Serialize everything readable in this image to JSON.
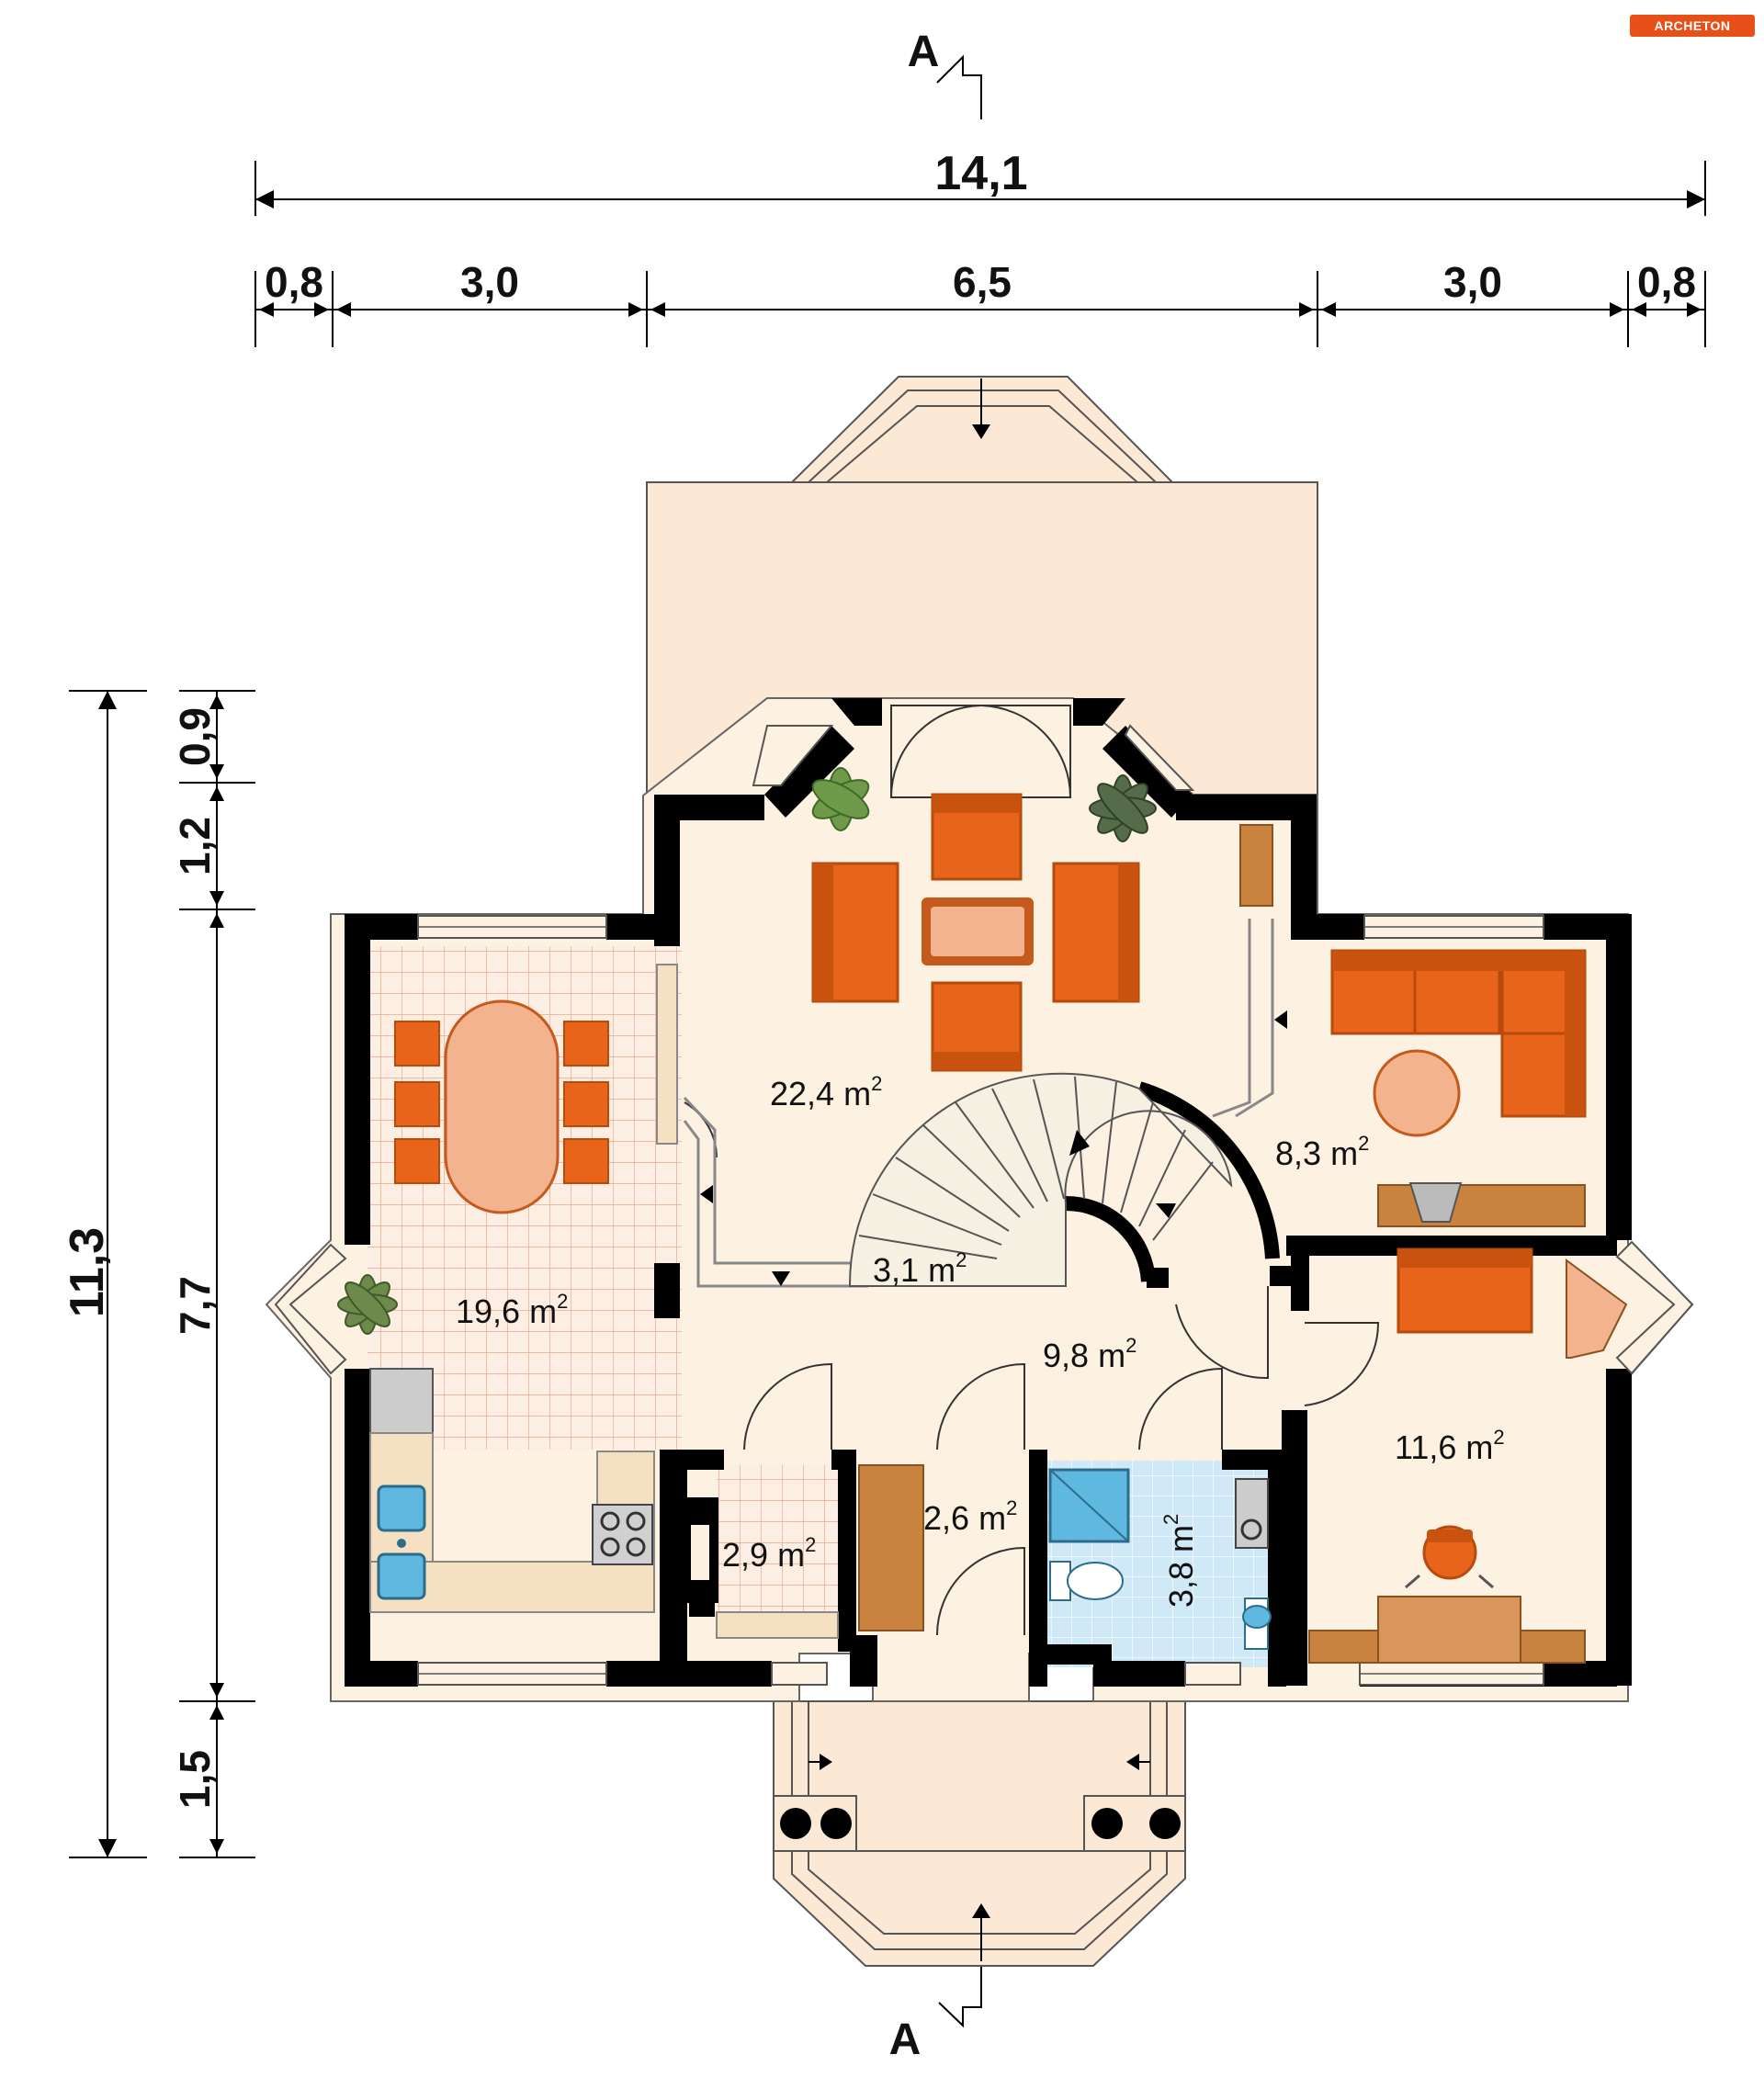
{
  "logo": {
    "text": "ARCHETON"
  },
  "section_marks": {
    "top": "A",
    "bottom": "A"
  },
  "dimensions": {
    "overall_width": "14,1",
    "top_segments": [
      "0,8",
      "3,0",
      "6,5",
      "3,0",
      "0,8"
    ],
    "overall_depth": "11,3",
    "left_segments": [
      "0,9",
      "1,2",
      "7,7",
      "1,5"
    ]
  },
  "rooms": {
    "living": {
      "area": "22,4",
      "unit": "m",
      "sup": "2"
    },
    "study": {
      "area": "8,3",
      "unit": "m",
      "sup": "2"
    },
    "kitchen_dining": {
      "area": "19,6",
      "unit": "m",
      "sup": "2"
    },
    "stairs": {
      "area": "3,1",
      "unit": "m",
      "sup": "2"
    },
    "hall": {
      "area": "9,8",
      "unit": "m",
      "sup": "2"
    },
    "office": {
      "area": "11,6",
      "unit": "m",
      "sup": "2"
    },
    "boiler": {
      "area": "2,9",
      "unit": "m",
      "sup": "2"
    },
    "vestibule": {
      "area": "2,6",
      "unit": "m",
      "sup": "2"
    },
    "bathroom": {
      "area": "3,8",
      "unit": "m",
      "sup": "2"
    }
  },
  "colors": {
    "wall": "#000000",
    "floor": "#fdf1e2",
    "terrace": "#fbe9d6",
    "tile_grid": "#e9a98c",
    "bath_tile": "#cfe9f6",
    "furniture": "#e8641a",
    "furniture_dark": "#b84a0c",
    "wood": "#c9833f",
    "accent": "#e8501a"
  },
  "icons": [
    "plant-icon",
    "arrow-icon",
    "toilet-icon",
    "sink-icon",
    "stove-icon",
    "shower-icon",
    "chair-icon"
  ]
}
